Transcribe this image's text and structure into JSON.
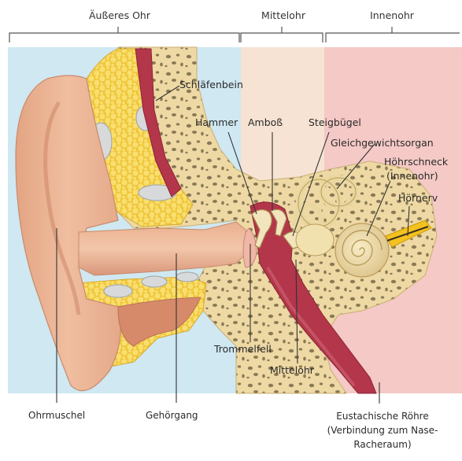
{
  "sections": {
    "outer": "Äußeres Ohr",
    "middle": "Mittelohr",
    "inner": "Innenohr"
  },
  "labels": {
    "temporal_bone": "Schläfenbein",
    "hammer": "Hammer",
    "anvil": "Amboß",
    "stirrup": "Steigbügel",
    "balance_organ": "Gleichgewichtsorgan",
    "cochlea_line1": "Höhrschneck",
    "cochlea_line2": "(Innenohr)",
    "auditory_nerve": "Hörnerv",
    "eardrum": "Trommelfell",
    "middle_ear": "Mittelohr",
    "auricle": "Ohrmuschel",
    "ear_canal": "Gehörgang",
    "eustachian_line1": "Eustachische Röhre",
    "eustachian_line2": "(Verbindung zum Nase-",
    "eustachian_line3": "Racheraum)"
  },
  "colors": {
    "outer_bg": "#cfe8f2",
    "middle_bg": "#f6e3d3",
    "inner_bg": "#f4c9c6",
    "skin": "#eab494",
    "skin_dark": "#d28a6e",
    "bone": "#eed9a5",
    "fat": "#f4d455",
    "muscle": "#b3364a",
    "cochlea": "#f1e1ae",
    "line": "#333333"
  }
}
